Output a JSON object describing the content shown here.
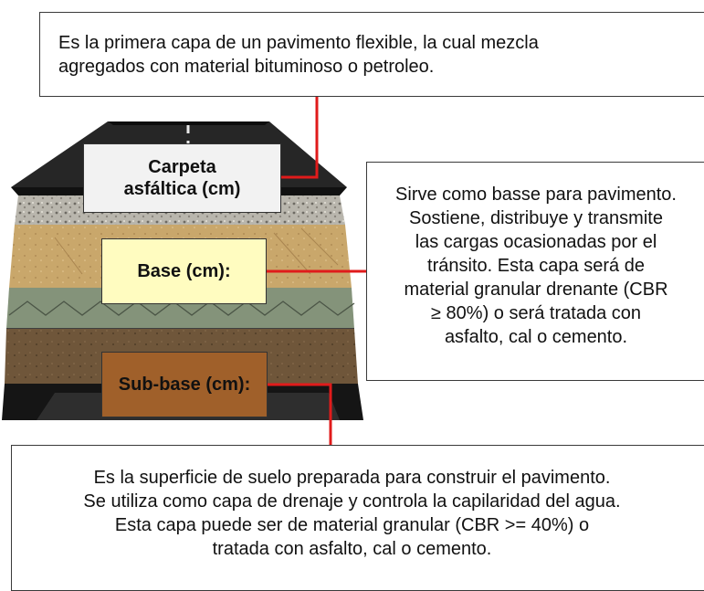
{
  "callouts": {
    "top": {
      "lines": [
        "Es la primera capa de un pavimento flexible, la cual mezcla",
        "agregados con material bituminoso o petroleo."
      ]
    },
    "right": {
      "lines": [
        "Sirve como basse para pavimento.",
        "Sostiene, distribuye y transmite",
        "las cargas ocasionadas por el",
        "tránsito. Esta capa será de",
        "material granular drenante (CBR",
        "≥ 80%) o será tratada con",
        "asfalto, cal o cemento."
      ]
    },
    "bottom": {
      "lines": [
        "Es la superficie de suelo preparada para construir el pavimento.",
        "Se utiliza como capa de drenaje y controla la capilaridad del agua.",
        "Esta capa puede ser de material granular (CBR >= 40%) o",
        "tratada con asfalto, cal o cemento."
      ]
    }
  },
  "layers": {
    "carpeta": [
      "Carpeta",
      "asfáltica (cm)"
    ],
    "base": "Base (cm):",
    "subbase": "Sub-base (cm):"
  },
  "colors": {
    "connector": "#e01b1b",
    "asphalt": "#2b2b2b",
    "base_layer": "#c8a66a",
    "gravel_layer": "#7f8f73",
    "subbase_layer": "#6e5637"
  }
}
